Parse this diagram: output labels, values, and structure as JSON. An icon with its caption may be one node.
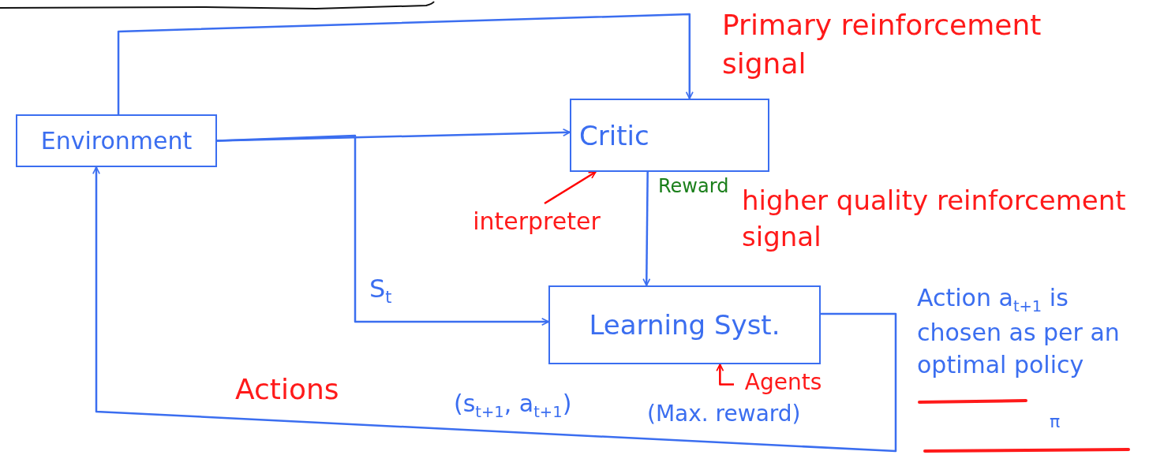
{
  "diagram": {
    "nodes": [
      {
        "text": [
          "Environment"
        ]
      },
      {
        "text": [
          "Critic"
        ]
      },
      {
        "text": [
          "Learning Syst."
        ]
      },
      {
        "text": [
          "interpreter"
        ]
      },
      {
        "text": [
          "Agents"
        ]
      }
    ],
    "edges": [
      {
        "from": 0,
        "to": 1,
        "arrow": "to"
      },
      {
        "from": 0,
        "to": 1,
        "arrow": "to"
      },
      {
        "from": 0,
        "to": 2,
        "arrow": "to"
      },
      {
        "from": 1,
        "to": 2,
        "arrow": "to",
        "label": "Reward"
      },
      {
        "from": 2,
        "to": 0,
        "arrow": "to"
      },
      {
        "from": 3,
        "to": 1,
        "arrow": "to",
        "color": "#ff0000"
      },
      {
        "from": 4,
        "to": 2,
        "arrow": "to",
        "color": "#ff0000"
      }
    ],
    "labels": [
      "Primary reinforcement signal",
      "higher quality reinforcement signal",
      "S$_{t}$",
      "Actions",
      "(s$_{t+1}$, a$_{t+1}$)",
      "(Max. reward)",
      "Action a$_{t+1}$ is chosen as per an optimal policy",
      "π"
    ]
  }
}
